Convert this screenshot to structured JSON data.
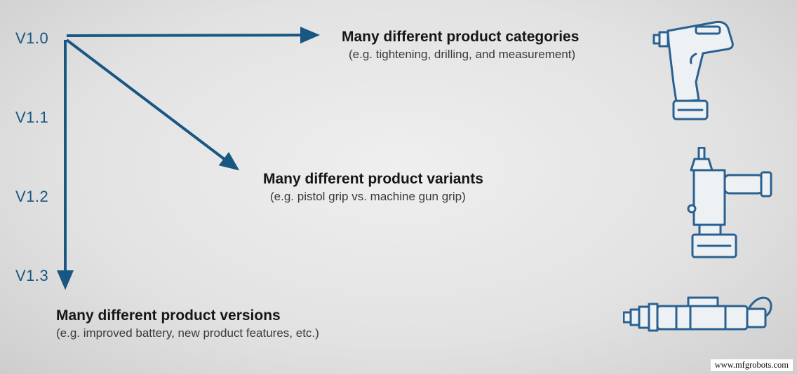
{
  "accent_color": "#175782",
  "background": {
    "center": "#efefef",
    "edge": "#c8c8c8"
  },
  "versions": [
    {
      "label": "V1.0"
    },
    {
      "label": "V1.1"
    },
    {
      "label": "V1.2"
    },
    {
      "label": "V1.3"
    }
  ],
  "branches": [
    {
      "id": "categories",
      "title": "Many different product categories",
      "subtitle": "(e.g. tightening, drilling, and measurement)"
    },
    {
      "id": "variants",
      "title": "Many different product variants",
      "subtitle": "(e.g. pistol grip vs. machine gun grip)"
    },
    {
      "id": "versions",
      "title": "Many different product versions",
      "subtitle": "(e.g. improved battery, new product features, etc.)"
    }
  ],
  "tools": [
    {
      "name": "cordless-pistol-grip-tool"
    },
    {
      "name": "battery-riveting-tool"
    },
    {
      "name": "inline-straight-tool"
    }
  ],
  "watermark": "www.mfgrobots.com"
}
